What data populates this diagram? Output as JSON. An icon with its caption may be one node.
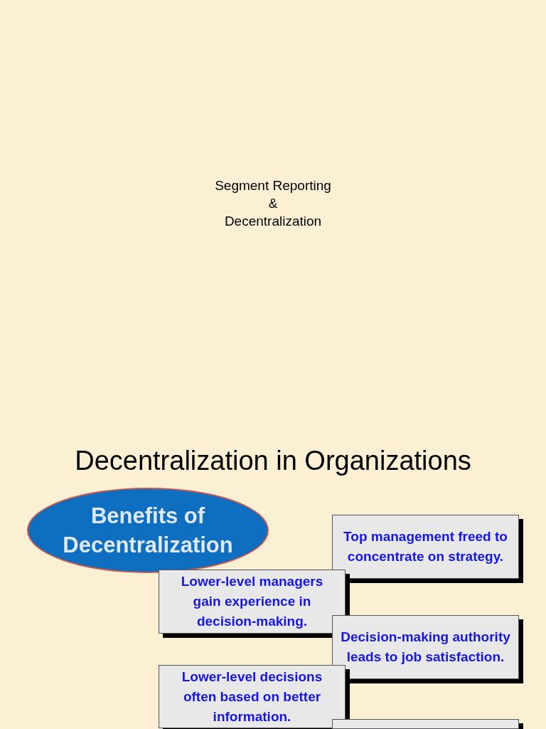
{
  "diagram": {
    "title": "Decentralization in Organizations",
    "nodes": [
      {
        "text": [
          "Benefits of Decentralization"
        ]
      },
      {
        "text": [
          "Top management freed to concentrate on strategy."
        ]
      },
      {
        "text": [
          "Lower-level managers gain experience in decision-making."
        ]
      },
      {
        "text": [
          "Decision-making authority leads to job satisfaction."
        ]
      },
      {
        "text": [
          "Lower-level decisions often based on better information."
        ]
      },
      {
        "text": [],
        "shape": "box"
      }
    ],
    "edges": [],
    "labels": [
      "Segment Reporting",
      "&",
      "Decentralization"
    ]
  }
}
